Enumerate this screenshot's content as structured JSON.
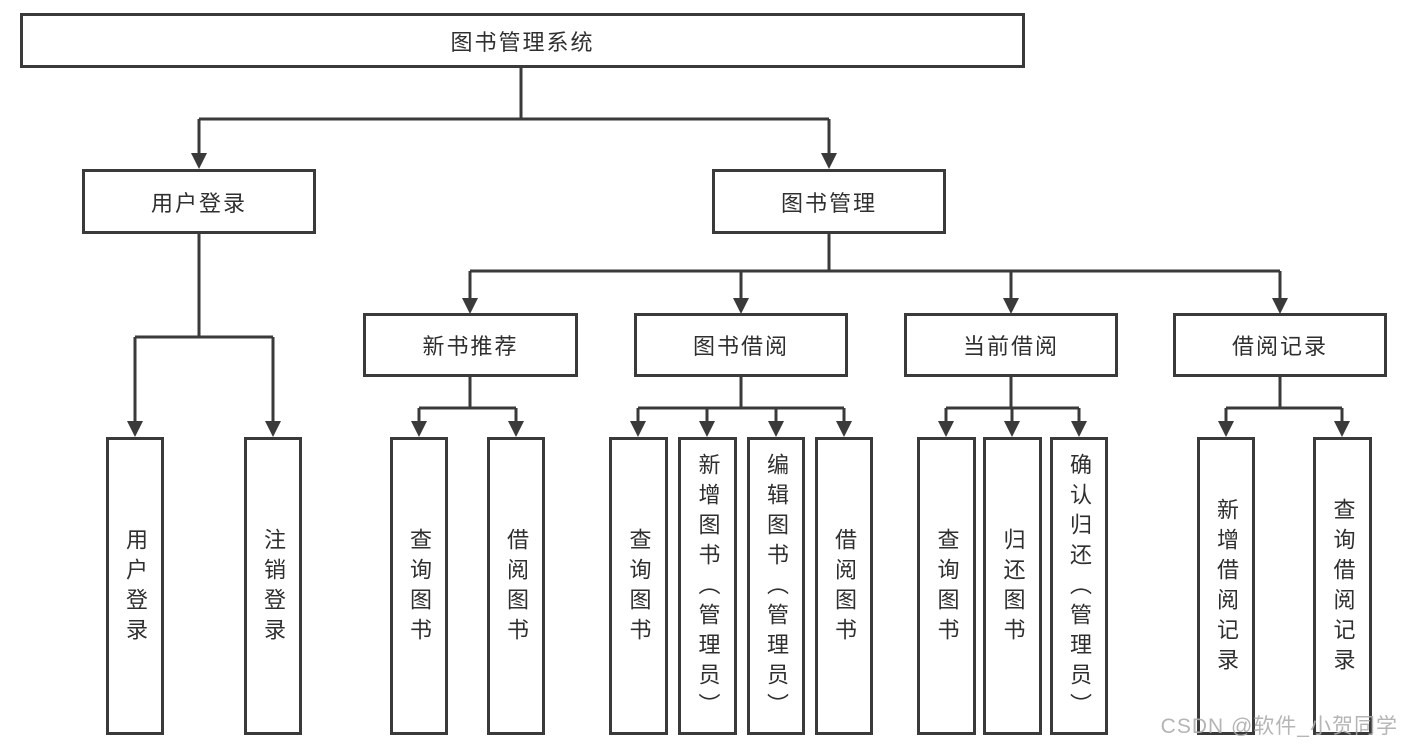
{
  "tree": {
    "label": "图书管理系统",
    "children": [
      {
        "label": "用户登录",
        "children": [
          {
            "label": "用户登录"
          },
          {
            "label": "注销登录"
          }
        ]
      },
      {
        "label": "图书管理",
        "children": [
          {
            "label": "新书推荐",
            "children": [
              {
                "label": "查询图书"
              },
              {
                "label": "借阅图书"
              }
            ]
          },
          {
            "label": "图书借阅",
            "children": [
              {
                "label": "查询图书"
              },
              {
                "label": "新增图书（管理员）"
              },
              {
                "label": "编辑图书（管理员）"
              },
              {
                "label": "借阅图书"
              }
            ]
          },
          {
            "label": "当前借阅",
            "children": [
              {
                "label": "查询图书"
              },
              {
                "label": "归还图书"
              },
              {
                "label": "确认归还（管理员）"
              }
            ]
          },
          {
            "label": "借阅记录",
            "children": [
              {
                "label": "新增借阅记录"
              },
              {
                "label": "查询借阅记录"
              }
            ]
          }
        ]
      }
    ]
  },
  "watermark": {
    "text": "CSDN @软件_小贺同学"
  },
  "colors": {
    "line": "#3a3a3a",
    "text": "#2f2f2f",
    "background": "#ffffff",
    "watermark_color": "#adadad"
  }
}
